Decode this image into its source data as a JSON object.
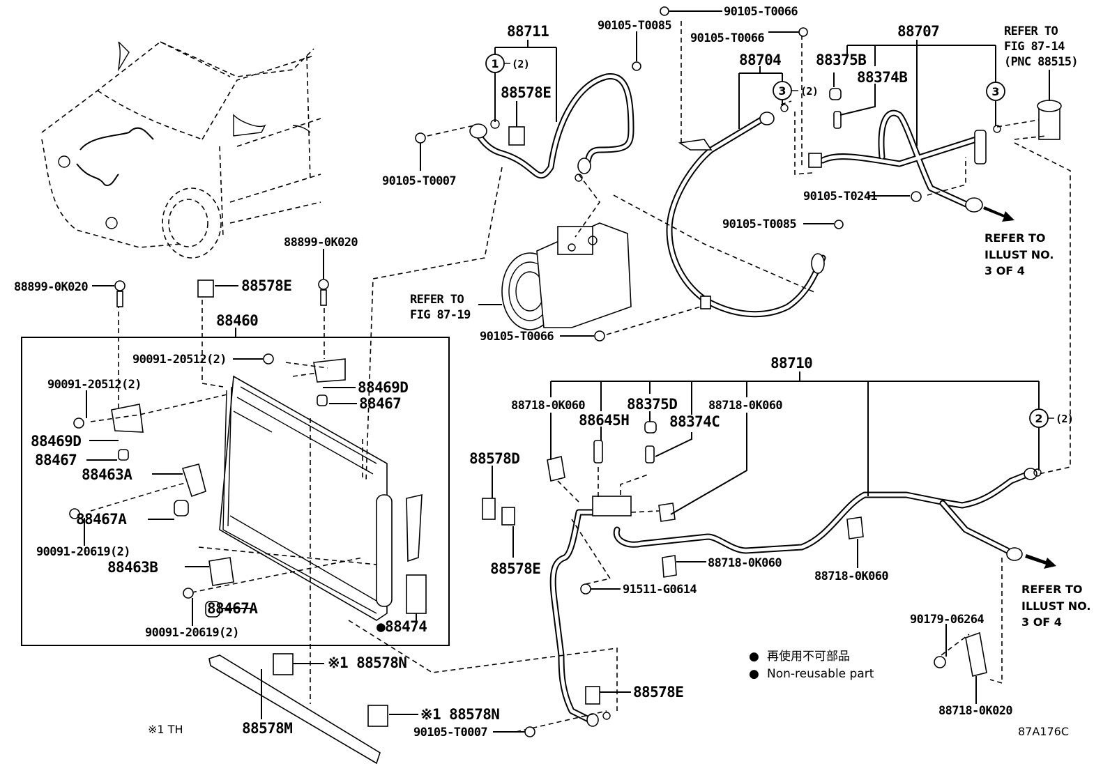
{
  "diagram": {
    "figure_code": "87A176C",
    "legend": {
      "bullet": "●",
      "japanese": "再使用不可部品",
      "english": "Non-reusable part"
    },
    "footnote": "※1 TH",
    "references": {
      "fig_87_14": [
        "REFER TO",
        "FIG 87-14",
        "(PNC 88515)"
      ],
      "fig_87_19": [
        "REFER TO",
        "FIG 87-19"
      ],
      "illust_top": [
        "REFER TO",
        "ILLUST NO.",
        "3 OF 4"
      ],
      "illust_bottom": [
        "REFER TO",
        "ILLUST NO.",
        "3 OF 4"
      ]
    },
    "callouts": {
      "c1": {
        "num": "1",
        "qty": "(2)"
      },
      "c3a": {
        "num": "3",
        "qty": "(2)"
      },
      "c3b": {
        "num": "3"
      },
      "c2": {
        "num": "2",
        "qty": "(2)"
      }
    },
    "labels": {
      "p88711": "88711",
      "p88578E_top": "88578E",
      "p90105_T0007_top": "90105-T0007",
      "p90105_T0085_top": "90105-T0085",
      "p90105_T0066_a": "90105-T0066",
      "p90105_T0066_b": "90105-T0066",
      "p88704": "88704",
      "p88375B": "88375B",
      "p88374B": "88374B",
      "p88707": "88707",
      "p90105_T0241": "90105-T0241",
      "p90105_T0085_mid": "90105-T0085",
      "p90105_T0066_comp": "90105-T0066",
      "p88899_left": "88899-0K020",
      "p88899_right": "88899-0K020",
      "p88578E_left": "88578E",
      "p88460": "88460",
      "p90091_20512_a": "90091-20512(2)",
      "p90091_20512_b": "90091-20512(2)",
      "p88469D_right": "88469D",
      "p88467_right": "88467",
      "p88469D_left": "88469D",
      "p88467_left": "88467",
      "p88463A": "88463A",
      "p88467A_a": "88467A",
      "p90091_20619_a": "90091-20619(2)",
      "p88463B": "88463B",
      "p88467A_b": "88467A",
      "p90091_20619_b": "90091-20619(2)",
      "p88474": "●88474",
      "p88578N_a": "※1  88578N",
      "p88578N_b": "※1  88578N",
      "p88578M": "88578M",
      "p88710": "88710",
      "p88718_a": "88718-0K060",
      "p88645H": "88645H",
      "p88375D": "88375D",
      "p88374C": "88374C",
      "p88718_b": "88718-0K060",
      "p88578D": "88578D",
      "p88578E_mid": "88578E",
      "p88718_c": "88718-0K060",
      "p88718_d": "88718-0K060",
      "p91511": "91511-G0614",
      "p88578E_bot": "88578E",
      "p90105_T0007_bot": "90105-T0007",
      "p90179": "90179-06264",
      "p88718_0K020": "88718-0K020"
    }
  }
}
